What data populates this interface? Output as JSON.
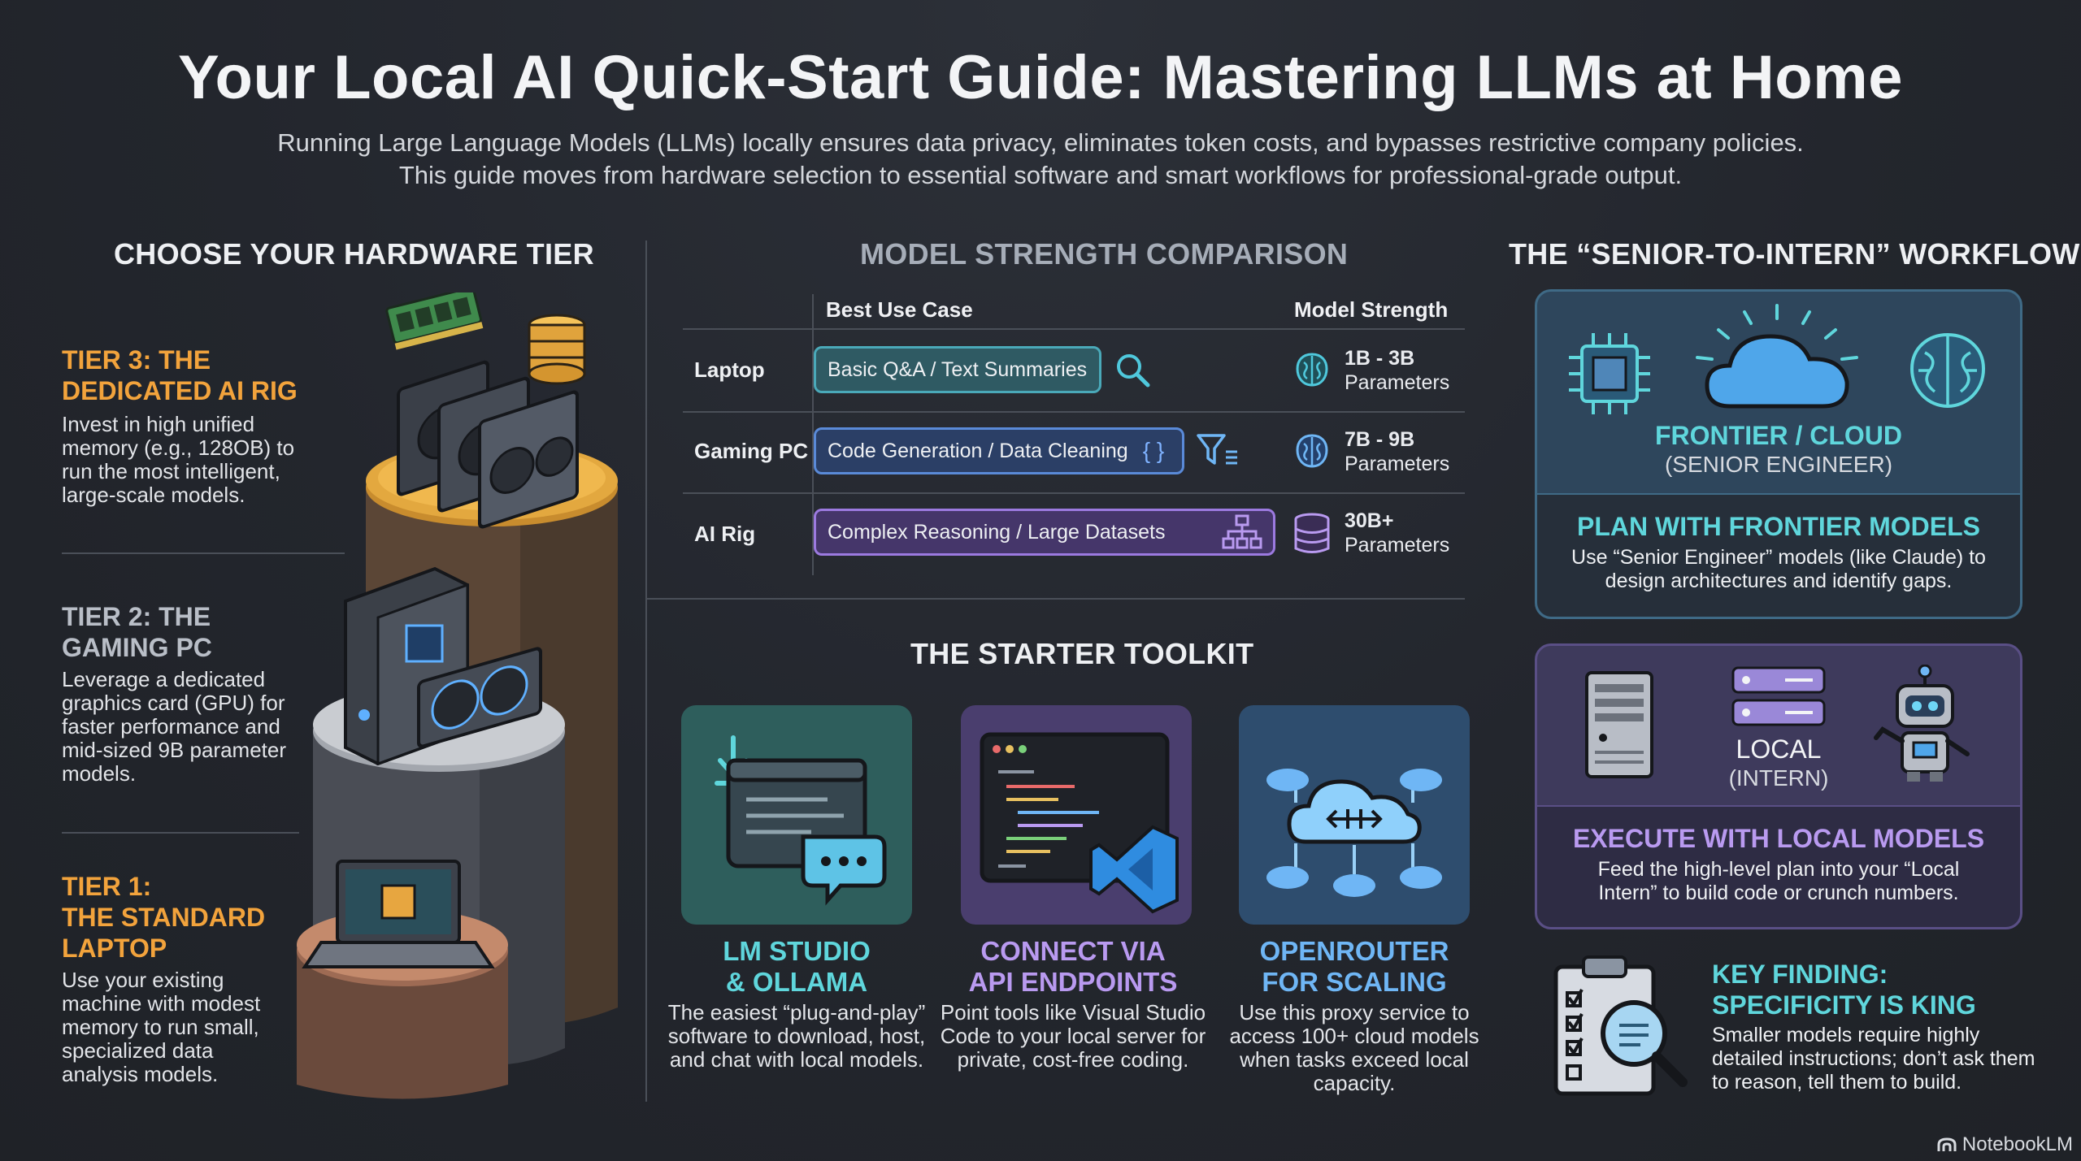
{
  "header": {
    "title": "Your Local AI Quick-Start Guide: Mastering LLMs at Home",
    "subtitle_line1": "Running Large Language Models (LLMs) locally ensures data privacy, eliminates token costs, and bypasses restrictive company policies.",
    "subtitle_line2": "This guide moves from hardware selection to essential software and smart workflows for professional-grade output."
  },
  "hardware": {
    "title": "CHOOSE YOUR HARDWARE TIER",
    "tiers": [
      {
        "title_line1": "TIER 3: THE",
        "title_line2": "DEDICATED AI RIG",
        "desc": "Invest in high unified memory (e.g., 128OB) to run the most intelligent, large-scale models."
      },
      {
        "title_line1": "TIER 2: THE",
        "title_line2": "GAMING PC",
        "desc": "Leverage a dedicated graphics card (GPU) for faster performance and mid-sized 9B parameter models."
      },
      {
        "title_line1": "TIER 1:",
        "title_line2": "THE STANDARD",
        "title_line3": "LAPTOP",
        "desc": "Use your existing machine with modest memory to run small, specialized data analysis models."
      }
    ]
  },
  "models": {
    "title": "MODEL STRENGTH COMPARISON",
    "col_use_case": "Best Use Case",
    "col_strength": "Model Strength",
    "rows": [
      {
        "label": "Laptop",
        "use_case": "Basic Q&A / Text Summaries",
        "strength_value": "1B - 3B",
        "strength_unit": "Parameters"
      },
      {
        "label": "Gaming PC",
        "use_case": "Code Generation / Data Cleaning",
        "use_case_icon": "{ }",
        "strength_value": "7B - 9B",
        "strength_unit": "Parameters"
      },
      {
        "label": "AI Rig",
        "use_case": "Complex Reasoning / Large Datasets",
        "strength_value": "30B+",
        "strength_unit": "Parameters"
      }
    ]
  },
  "toolkit": {
    "title": "THE STARTER TOOLKIT",
    "items": [
      {
        "title_line1": "LM STUDIO",
        "title_line2": "& OLLAMA",
        "desc": "The easiest “plug-and-play” software to download, host, and chat with local models."
      },
      {
        "title_line1": "CONNECT VIA",
        "title_line2": "API ENDPOINTS",
        "desc": "Point tools like Visual Studio Code to your local server for private, cost-free coding."
      },
      {
        "title_line1": "OPENROUTER",
        "title_line2": "FOR SCALING",
        "desc": "Use this proxy service to access 100+ cloud models when tasks exceed local capacity."
      }
    ]
  },
  "workflow": {
    "title": "THE “SENIOR-TO-INTERN” WORKFLOW",
    "frontier_label": "FRONTIER / CLOUD",
    "frontier_sub": "(SENIOR ENGINEER)",
    "plan_title": "PLAN WITH FRONTIER MODELS",
    "plan_desc": "Use “Senior Engineer” models (like Claude) to design architectures and identify gaps.",
    "local_label": "LOCAL",
    "local_sub": "(INTERN)",
    "execute_title": "EXECUTE WITH LOCAL MODELS",
    "execute_desc": "Feed the high-level plan into your “Local Intern” to build code or crunch numbers.",
    "finding_title_line1": "KEY FINDING:",
    "finding_title_line2": "SPECIFICITY IS KING",
    "finding_desc": "Smaller models require highly detailed instructions; don’t ask them to reason, tell them to build."
  },
  "brand": "NotebookLM",
  "colors": {
    "background": "#23262d",
    "orange": "#f2a33c",
    "teal": "#4fd1d9",
    "purple": "#b99af0",
    "blue": "#6fb6f5",
    "card_teal": "#2e5e63",
    "card_purple": "#4a3e6e",
    "card_blue": "#2e4d6e"
  }
}
